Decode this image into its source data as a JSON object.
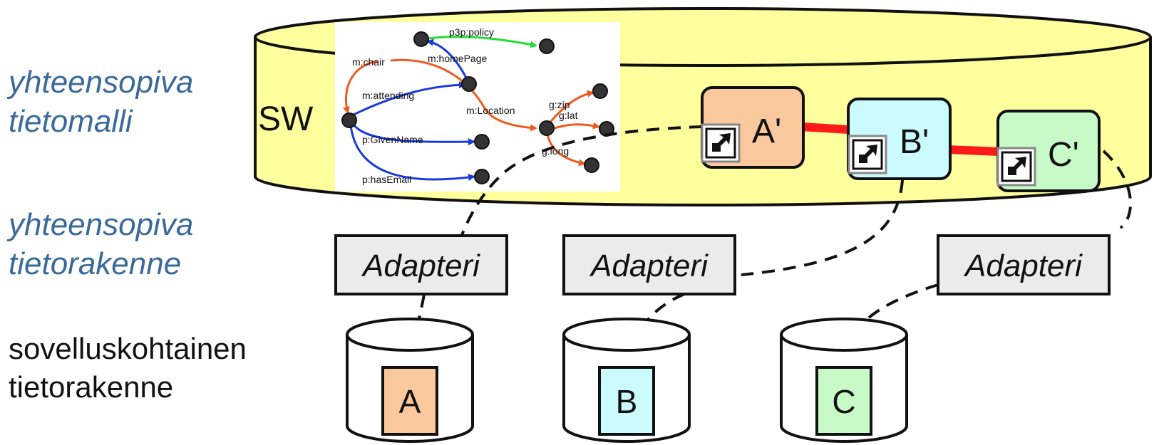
{
  "left_labels": {
    "row1": [
      "yhteensopiva",
      "tietomalli"
    ],
    "row2": [
      "yhteensopiva",
      "tietorakenne"
    ],
    "row3": [
      "sovelluskohtainen",
      "tietorakenne"
    ]
  },
  "sw_label": "SW",
  "rdf_graph": {
    "edge_labels": {
      "p3p_policy": "p3p:policy",
      "homepage": "m:homePage",
      "chair": "m:chair",
      "attending": "m:attending",
      "location": "m:Location",
      "given_name": "p:GivenName",
      "has_email": "p:hasEmail",
      "zip": "g:zip",
      "lat": "g:lat",
      "long": "g:long"
    },
    "colors": {
      "orange": "#f05a1e",
      "blue": "#1a3ae0",
      "green": "#22dd33"
    }
  },
  "sw_nodes": [
    {
      "label": "A'",
      "fill": "#f9c89c"
    },
    {
      "label": "B'",
      "fill": "#ccfbff"
    },
    {
      "label": "C'",
      "fill": "#c8fac8"
    }
  ],
  "adapters": [
    {
      "label": "Adapteri"
    },
    {
      "label": "Adapteri"
    },
    {
      "label": "Adapteri"
    }
  ],
  "databases": [
    {
      "label": "A",
      "fill": "#f9c89c"
    },
    {
      "label": "B",
      "fill": "#ccfbff"
    },
    {
      "label": "C",
      "fill": "#c8fac8"
    }
  ],
  "colors": {
    "sw_cylinder": "#ffff9e",
    "link_red": "#ff1a1a",
    "adapter_fill": "#ebebeb",
    "label_blue": "#3a6a9a"
  }
}
